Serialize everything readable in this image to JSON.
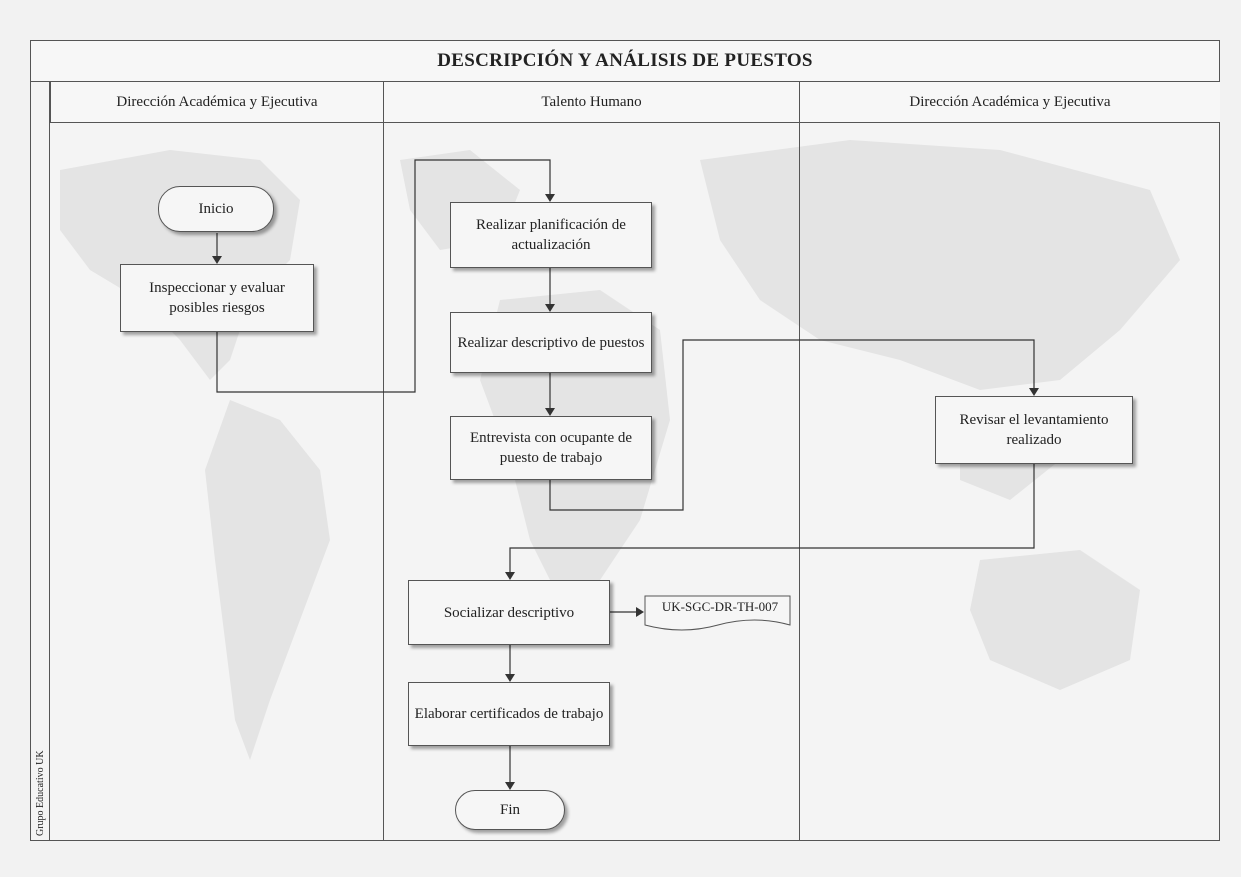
{
  "title": "DESCRIPCIÓN Y ANÁLISIS DE PUESTOS",
  "pool_label": "Grupo Educativo UK",
  "lanes": [
    "Dirección Académica y Ejecutiva",
    "Talento Humano",
    "Dirección Académica y Ejecutiva"
  ],
  "nodes": {
    "inicio": "Inicio",
    "inspeccionar": "Inspeccionar y evaluar posibles riesgos",
    "planificacion": "Realizar planificación de actualización",
    "descriptivo": "Realizar descriptivo de puestos",
    "entrevista": "Entrevista con ocupante de puesto de trabajo",
    "revisar": "Revisar el levantamiento realizado",
    "socializar": "Socializar descriptivo",
    "documento": "UK-SGC-DR-TH-007",
    "certificados": "Elaborar certificados de trabajo",
    "fin": "Fin"
  },
  "colors": {
    "background": "#f2f2f2",
    "line": "#333333",
    "box_fill": "#f6f6f6",
    "map": "#e4e4e4"
  }
}
